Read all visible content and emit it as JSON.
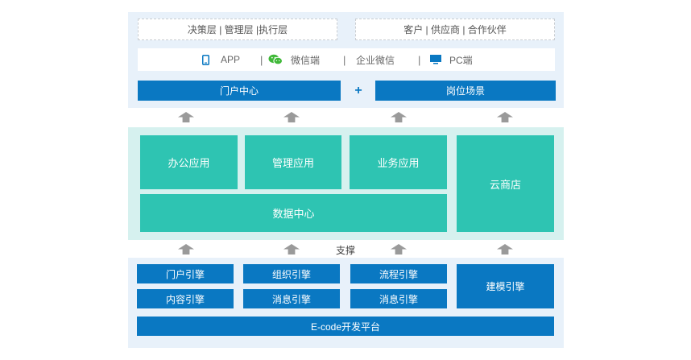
{
  "top": {
    "roles_left": "决策层 | 管理层 |执行层",
    "roles_right": "客户 | 供应商 | 合作伙伴",
    "channels": {
      "app": "APP",
      "wechat": "微信端",
      "enterprise_wechat": "企业微信",
      "pc": "PC端",
      "separator": "|"
    },
    "portal_center": "门户中心",
    "plus": "+",
    "job_scene": "岗位场景"
  },
  "middle": {
    "office_apps": "办公应用",
    "management_apps": "管理应用",
    "business_apps": "业务应用",
    "cloud_store": "云商店",
    "data_center": "数据中心"
  },
  "support_label": "支撑",
  "bottom": {
    "portal_engine": "门户引擎",
    "org_engine": "组织引擎",
    "process_engine": "流程引擎",
    "content_engine": "内容引擎",
    "message_engine_1": "消息引擎",
    "message_engine_2": "消息引擎",
    "modeling_engine": "建模引擎",
    "platform": "E-code开发平台"
  },
  "colors": {
    "blue": "#0a78c2",
    "teal": "#2ec4b2",
    "panel_blue": "#e8f1fa",
    "panel_teal": "#d6f1ef",
    "arrow": "#9a9a9a",
    "wechat_green": "#3fb838"
  },
  "icons": [
    "phone-icon",
    "wechat-icon",
    "pc-monitor-icon"
  ]
}
